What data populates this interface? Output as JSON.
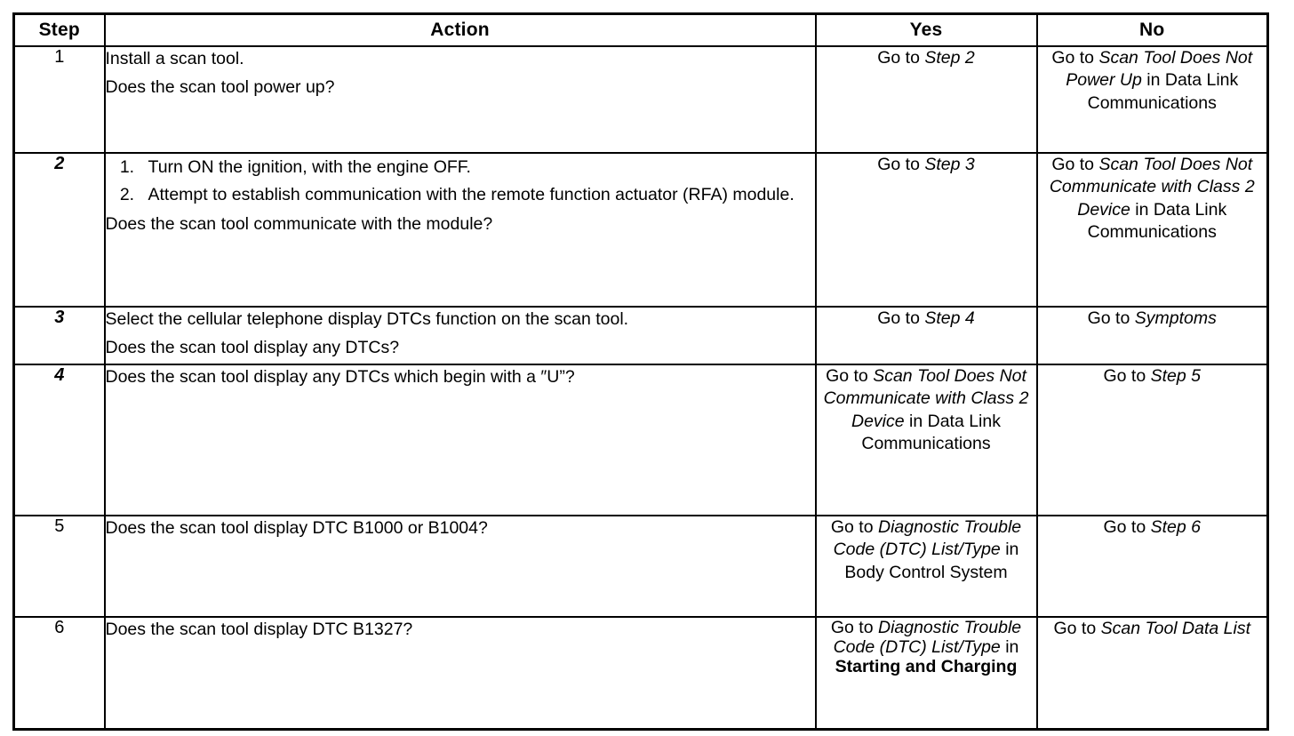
{
  "table": {
    "columns": [
      {
        "key": "step",
        "label": "Step"
      },
      {
        "key": "action",
        "label": "Action"
      },
      {
        "key": "yes",
        "label": "Yes"
      },
      {
        "key": "no",
        "label": "No"
      }
    ],
    "rows": [
      {
        "step": "1",
        "step_italic": false,
        "action_lines": [
          "Install a scan tool.",
          "Does the scan tool power up?"
        ],
        "action_list": [],
        "yes": {
          "align": "bottom",
          "parts": [
            {
              "text": "Go to ",
              "style": "plain"
            },
            {
              "text": "Step 2",
              "style": "italic"
            }
          ]
        },
        "no": {
          "align": "top",
          "parts": [
            {
              "text": "Go to ",
              "style": "plain"
            },
            {
              "text": "Scan Tool Does Not Power Up",
              "style": "italic"
            },
            {
              "text": " in Data Link Communications",
              "style": "plain"
            }
          ]
        }
      },
      {
        "step": "2",
        "step_italic": true,
        "action_lines": [
          "Does the scan tool communicate with the module?"
        ],
        "action_list": [
          "Turn ON the ignition, with the engine OFF.",
          "Attempt to establish communication with the remote function actuator (RFA) module."
        ],
        "yes": {
          "align": "bottom",
          "parts": [
            {
              "text": "Go to ",
              "style": "plain"
            },
            {
              "text": "Step 3",
              "style": "italic"
            }
          ]
        },
        "no": {
          "align": "top",
          "parts": [
            {
              "text": "Go to ",
              "style": "plain"
            },
            {
              "text": "Scan Tool Does Not Communicate with Class 2 Device",
              "style": "italic"
            },
            {
              "text": " in Data Link Communications",
              "style": "plain"
            }
          ]
        }
      },
      {
        "step": "3",
        "step_italic": true,
        "action_lines": [
          "Select the cellular telephone display DTCs function on the scan tool.",
          "Does the scan tool display any DTCs?"
        ],
        "action_list": [],
        "yes": {
          "align": "middle",
          "parts": [
            {
              "text": "Go to ",
              "style": "plain"
            },
            {
              "text": "Step 4",
              "style": "italic"
            }
          ]
        },
        "no": {
          "align": "middle",
          "parts": [
            {
              "text": "Go to ",
              "style": "plain"
            },
            {
              "text": "Symptoms",
              "style": "italic"
            }
          ]
        }
      },
      {
        "step": "4",
        "step_italic": true,
        "action_lines": [
          "Does the scan tool display any DTCs which begin with a ″U”?"
        ],
        "action_list": [],
        "yes": {
          "align": "top",
          "parts": [
            {
              "text": "Go to ",
              "style": "plain"
            },
            {
              "text": "Scan Tool Does Not Communicate with Class 2 Device",
              "style": "italic"
            },
            {
              "text": " in Data Link Communications",
              "style": "plain"
            }
          ]
        },
        "no": {
          "align": "bottom",
          "parts": [
            {
              "text": "Go to ",
              "style": "plain"
            },
            {
              "text": "Step 5",
              "style": "italic"
            }
          ]
        }
      },
      {
        "step": "5",
        "step_italic": false,
        "action_lines": [
          "Does the scan tool display DTC B1000 or B1004?"
        ],
        "action_list": [],
        "yes": {
          "align": "top",
          "parts": [
            {
              "text": "Go to ",
              "style": "plain"
            },
            {
              "text": "Diagnostic Trouble Code (DTC) List/Type",
              "style": "italic"
            },
            {
              "text": " in Body Control System",
              "style": "plain"
            }
          ]
        },
        "no": {
          "align": "bottom",
          "parts": [
            {
              "text": "Go to ",
              "style": "plain"
            },
            {
              "text": "Step 6",
              "style": "italic"
            }
          ]
        }
      },
      {
        "step": "6",
        "step_italic": false,
        "action_lines": [
          "Does the scan tool display DTC B1327?"
        ],
        "action_list": [],
        "yes": {
          "align": "top",
          "tight": true,
          "parts": [
            {
              "text": "Go to ",
              "style": "plain"
            },
            {
              "text": "Diagnostic Trouble Code (DTC) List/Type",
              "style": "italic"
            },
            {
              "text": " in ",
              "style": "plain"
            },
            {
              "text": "Starting and Charging",
              "style": "bold"
            }
          ]
        },
        "no": {
          "align": "middle",
          "parts": [
            {
              "text": "Go to ",
              "style": "plain"
            },
            {
              "text": "Scan Tool Data List",
              "style": "italic"
            }
          ]
        }
      }
    ]
  }
}
